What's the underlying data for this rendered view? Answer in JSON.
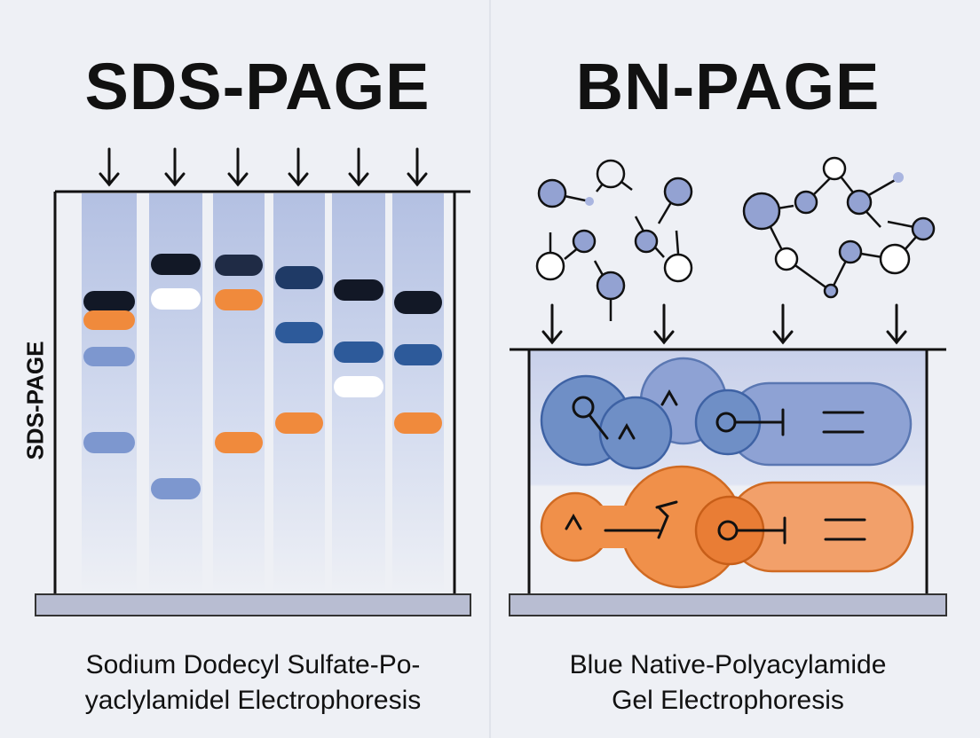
{
  "left": {
    "title": "SDS-PAGE",
    "side_label": "SDS-PAGE",
    "caption_line1": "Sodium Dodecyl Sulfate-Po-",
    "caption_line2": "yaclylamidel Electrophoresis"
  },
  "right": {
    "title": "BN-PAGE",
    "caption_line1": "Blue Native-Polyacylamide",
    "caption_line2": "Gel Electrophoresis"
  },
  "colors": {
    "background": "#eef0f5",
    "dark_band": "#121826",
    "navy_band": "#1f3a66",
    "blue_band": "#2d5a9a",
    "light_blue_band": "#7d97cf",
    "orange_band": "#f08a3c",
    "white_band": "#ffffff",
    "complex_blue": "#6f8fc6",
    "complex_orange": "#f0904a"
  },
  "icons": [
    "down-arrow-icon",
    "protein-subunit-icon",
    "protein-complex-icon"
  ]
}
